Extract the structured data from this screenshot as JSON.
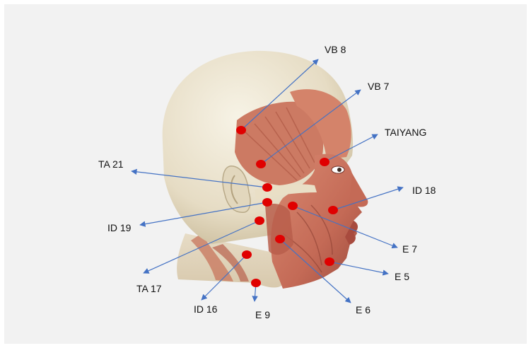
{
  "colors": {
    "background": "#f2f2f2",
    "point": "#e00000",
    "arrow": "#4472c4",
    "skin": "#ece4cf",
    "muscle": "#c9745f"
  },
  "labels": {
    "vb8": "VB 8",
    "vb7": "VB 7",
    "taiyang": "TAIYANG",
    "ta21": "TA 21",
    "id18": "ID 18",
    "id19": "ID 19",
    "e7": "E 7",
    "e5": "E 5",
    "ta17": "TA 17",
    "id16": "ID 16",
    "e9": "E 9",
    "e6": "E 6"
  }
}
